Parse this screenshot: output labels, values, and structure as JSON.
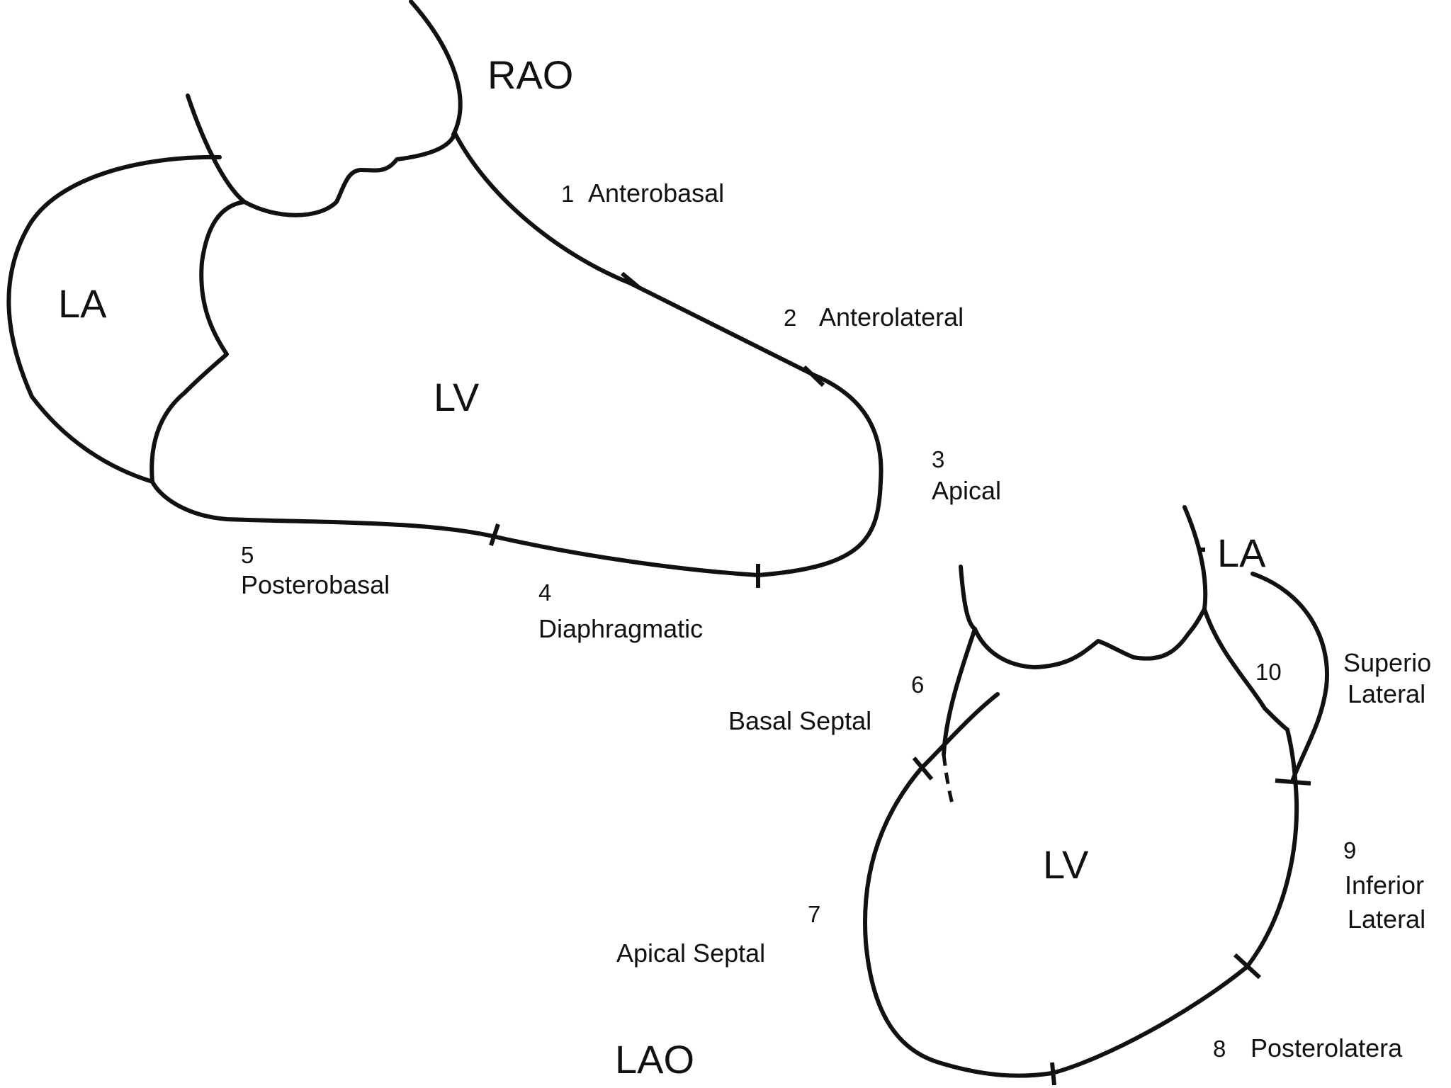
{
  "rao": {
    "view_label": "RAO",
    "chamber_la": "LA",
    "chamber_lv": "LV",
    "segments": [
      {
        "num": "1",
        "name": "Anterobasal"
      },
      {
        "num": "2",
        "name": "Anterolateral"
      },
      {
        "num": "3",
        "name": "Apical"
      },
      {
        "num": "4",
        "name": "Diaphragmatic"
      },
      {
        "num": "5",
        "name": "Posterobasal"
      }
    ]
  },
  "lao": {
    "view_label": "LAO",
    "chamber_la": "LA",
    "chamber_lv": "LV",
    "segments": [
      {
        "num": "6",
        "name": "Basal Septal"
      },
      {
        "num": "7",
        "name": "Apical Septal"
      },
      {
        "num": "8",
        "name": "Posterolatera"
      },
      {
        "num": "9",
        "name_line1": "Inferior",
        "name_line2": "Lateral"
      },
      {
        "num": "10",
        "name_line1": "Superio",
        "name_line2": "Lateral"
      }
    ]
  },
  "colors": {
    "ink": "#111111",
    "background": "#ffffff"
  }
}
